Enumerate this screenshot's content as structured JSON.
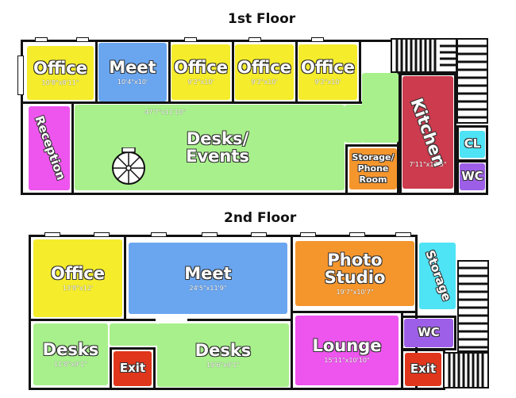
{
  "floors": [
    {
      "title": "1st Floor",
      "rooms": {
        "office1": {
          "name": "Office",
          "dims": "10'8\"x8'11\""
        },
        "meet": {
          "name": "Meet",
          "dims": "10'4\"x10'"
        },
        "office2": {
          "name": "Office",
          "dims": "9'2\"x10'"
        },
        "office3": {
          "name": "Office",
          "dims": "9'2\"x10'"
        },
        "office4": {
          "name": "Office",
          "dims": "9'2\"x10'"
        },
        "reception": {
          "name": "Reception"
        },
        "desks": {
          "name": "Desks/ Events",
          "dims": "47'7\"x11'10\""
        },
        "storage": {
          "name": "Storage/ Phone Room"
        },
        "kitchen": {
          "name": "Kitchen",
          "dims": "7'11\"x17'5\""
        },
        "cl": {
          "name": "CL"
        },
        "wc": {
          "name": "WC"
        }
      }
    },
    {
      "title": "2nd Floor",
      "rooms": {
        "office": {
          "name": "Office",
          "dims": "13'8\"x12'"
        },
        "meet": {
          "name": "Meet",
          "dims": "24'5\"x11'9\""
        },
        "photo": {
          "name": "Photo Studio",
          "dims": "19'7\"x10'7\""
        },
        "storage": {
          "name": "Storage"
        },
        "desks1": {
          "name": "Desks",
          "dims": "11'8\"x9'1\""
        },
        "exit1": {
          "name": "Exit"
        },
        "desks2": {
          "name": "Desks",
          "dims": "19'6\"x9'1\""
        },
        "lounge": {
          "name": "Lounge",
          "dims": "15'11\"x10'10\""
        },
        "wc": {
          "name": "WC"
        },
        "exit2": {
          "name": "Exit"
        }
      }
    }
  ],
  "colors": {
    "yellow": "#f5ec2c",
    "blue": "#6aa6f0",
    "green": "#a8f08c",
    "pink": "#ee55ee",
    "orange": "#f5962d",
    "crimson": "#cc3b4e",
    "cyan": "#4ee3f5",
    "purple": "#9d5fe8",
    "red": "#e0361c"
  }
}
